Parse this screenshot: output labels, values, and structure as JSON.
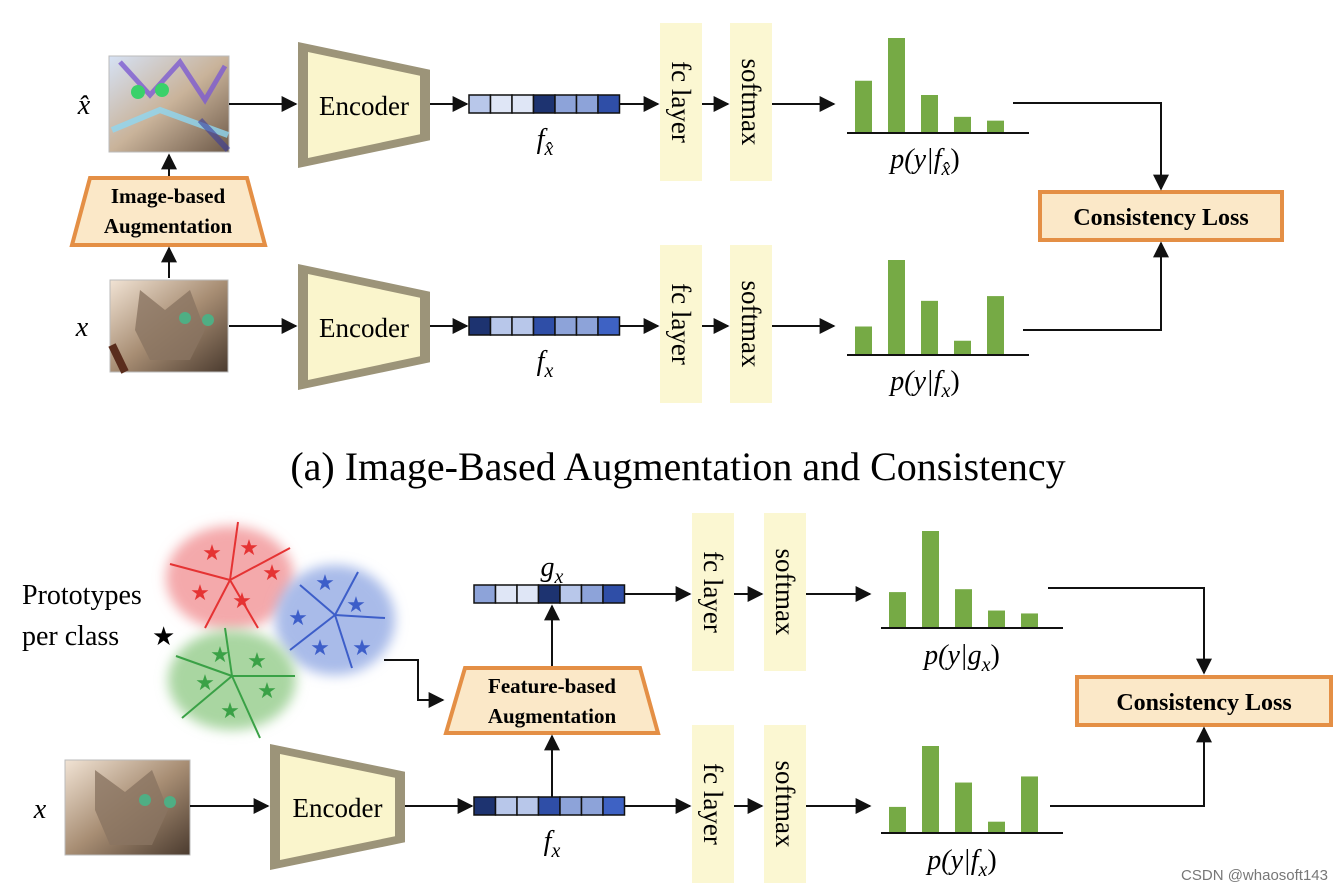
{
  "panel_a": {
    "caption": "(a) Image-Based Augmentation and Consistency",
    "aug_box": {
      "line1": "Image-based",
      "line2": "Augmentation"
    },
    "loss_box": "Consistency Loss",
    "rows": [
      {
        "input_label": "x̂",
        "encoder": "Encoder",
        "feature_label": "f",
        "feature_sub": "x̂",
        "fc": "fc layer",
        "softmax": "softmax",
        "prob_label": "p(y|f",
        "prob_sub": "x̂",
        "prob_close": ")",
        "feature_cells": [
          "#b8c7ea",
          "#dfe6f6",
          "#dfe6f6",
          "#1d3370",
          "#8da3d9",
          "#8da3d9",
          "#2f4ea7"
        ],
        "hist": [
          0.55,
          1.0,
          0.4,
          0.17,
          0.13
        ]
      },
      {
        "input_label": "x",
        "encoder": "Encoder",
        "feature_label": "f",
        "feature_sub": "x",
        "fc": "fc layer",
        "softmax": "softmax",
        "prob_label": "p(y|f",
        "prob_sub": "x",
        "prob_close": ")",
        "feature_cells": [
          "#1d3370",
          "#b8c7ea",
          "#b8c7ea",
          "#2f4ea7",
          "#8da3d9",
          "#8da3d9",
          "#3e62c4"
        ],
        "hist": [
          0.3,
          1.0,
          0.57,
          0.15,
          0.62
        ]
      }
    ]
  },
  "panel_b": {
    "prototypes_label1": "Prototypes",
    "prototypes_label2": "per class",
    "star_glyph": "★",
    "aug_box": {
      "line1": "Feature-based",
      "line2": "Augmentation"
    },
    "loss_box": "Consistency Loss",
    "rows": [
      {
        "feature_label": "g",
        "feature_sub": "x",
        "fc": "fc layer",
        "softmax": "softmax",
        "prob_label": "p(y|g",
        "prob_sub": "x",
        "prob_close": ")",
        "feature_cells": [
          "#8da3d9",
          "#dfe6f6",
          "#dfe6f6",
          "#1d3370",
          "#b8c7ea",
          "#8da3d9",
          "#2f4ea7"
        ],
        "hist": [
          0.37,
          1.0,
          0.4,
          0.18,
          0.15
        ]
      },
      {
        "input_label": "x",
        "encoder": "Encoder",
        "feature_label": "f",
        "feature_sub": "x",
        "fc": "fc layer",
        "softmax": "softmax",
        "prob_label": "p(y|f",
        "prob_sub": "x",
        "prob_close": ")",
        "feature_cells": [
          "#1d3370",
          "#b8c7ea",
          "#b8c7ea",
          "#2f4ea7",
          "#8da3d9",
          "#8da3d9",
          "#3e62c4"
        ],
        "hist": [
          0.3,
          1.0,
          0.58,
          0.13,
          0.65
        ]
      }
    ]
  },
  "watermark": "CSDN @whaosoft143",
  "colors": {
    "hist": "#76aa45",
    "orange": "#e48f45",
    "box_fill": "#fbe8c8",
    "encoder_fill": "#faf5cc",
    "fc_fill": "#fbf7d2",
    "red_cluster": "#f4a9ab",
    "blue_cluster": "#a9bbe9",
    "green_cluster": "#a9d6a1",
    "red_star": "#e53333",
    "blue_star": "#3d5ec9",
    "green_star": "#3aa146"
  }
}
